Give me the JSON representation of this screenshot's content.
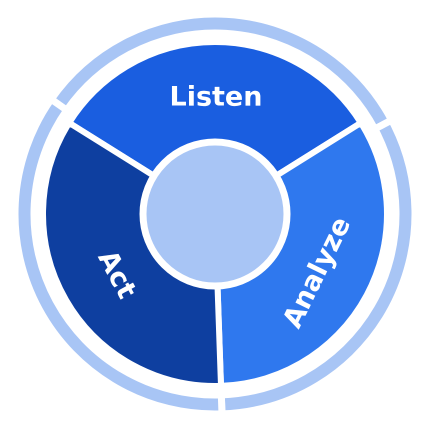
{
  "diagram": {
    "type": "cycle",
    "center_color": "#a8c5f5",
    "outer_ring_color": "#a8c5f5",
    "gap_color": "#ffffff",
    "segments": [
      {
        "label": "Listen",
        "color": "#1a5ee0"
      },
      {
        "label": "Analyze",
        "color": "#2f78ee"
      },
      {
        "label": "Act",
        "color": "#0e3fa0"
      }
    ]
  }
}
